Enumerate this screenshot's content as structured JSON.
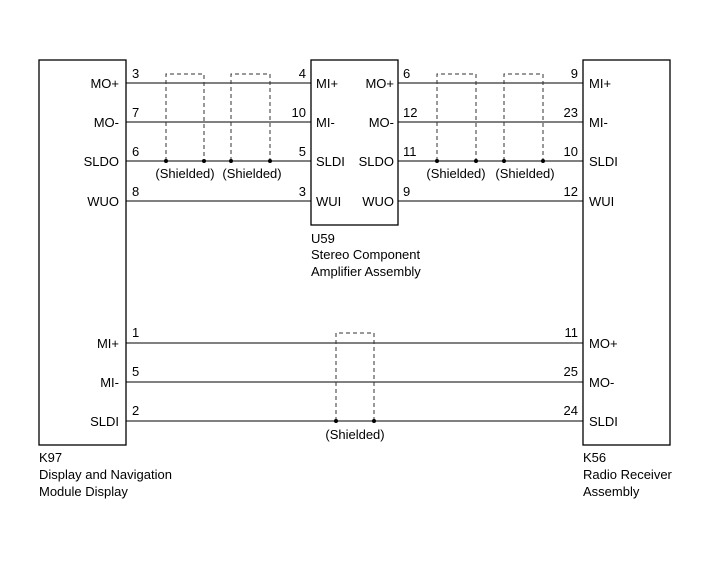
{
  "components": {
    "k97": {
      "code": "K97",
      "name_line1": "Display and Navigation",
      "name_line2": "Module Display",
      "terminals": [
        "MO+",
        "MO-",
        "SLDO",
        "WUO",
        "MI+",
        "MI-",
        "SLDI"
      ]
    },
    "u59": {
      "code": "U59",
      "name_line1": "Stereo Component",
      "name_line2": "Amplifier Assembly",
      "terminals_left": [
        "MI+",
        "MI-",
        "SLDI",
        "WUI"
      ],
      "terminals_right": [
        "MO+",
        "MO-",
        "SLDO",
        "WUO"
      ]
    },
    "k56": {
      "code": "K56",
      "name_line1": "Radio Receiver",
      "name_line2": "Assembly",
      "terminals": [
        "MI+",
        "MI-",
        "SLDI",
        "WUI",
        "MO+",
        "MO-",
        "SLDI"
      ]
    }
  },
  "pins": {
    "k97": [
      "3",
      "7",
      "6",
      "8",
      "1",
      "5",
      "2"
    ],
    "u59_left": [
      "4",
      "10",
      "5",
      "3"
    ],
    "u59_right": [
      "6",
      "12",
      "11",
      "9"
    ],
    "k56": [
      "9",
      "23",
      "10",
      "12",
      "11",
      "25",
      "24"
    ]
  },
  "shield_label": "(Shielded)"
}
